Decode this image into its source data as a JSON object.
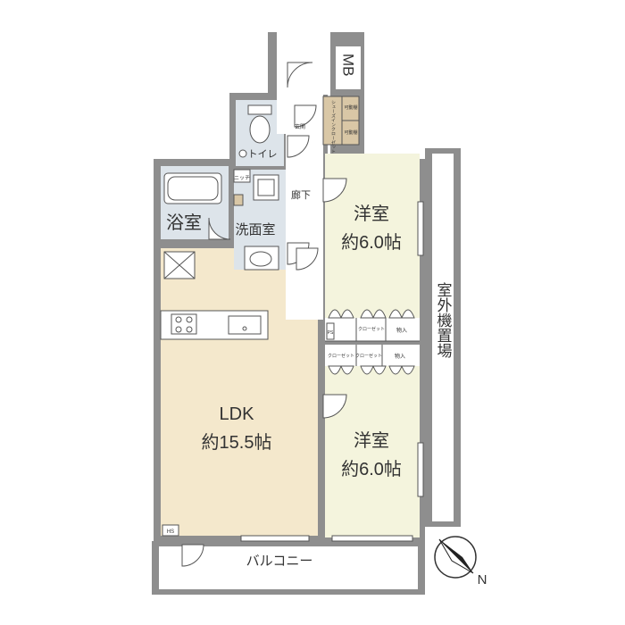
{
  "rooms": {
    "western_room_top": {
      "name": "洋室",
      "size": "約6.0帖"
    },
    "western_room_bottom": {
      "name": "洋室",
      "size": "約6.0帖"
    },
    "ldk": {
      "name": "LDK",
      "size": "約15.5帖"
    },
    "bath": {
      "name": "浴室"
    },
    "washroom": {
      "name": "洗面室"
    },
    "toilet": {
      "name": "トイレ"
    },
    "hallway": {
      "name": "廊下"
    },
    "entrance": {
      "name": "玄関"
    },
    "balcony": {
      "name": "バルコニー"
    },
    "outdoor_unit_area": {
      "name": "室外機置場"
    },
    "mb": {
      "name": "MB"
    }
  },
  "storage": {
    "niche": "ニッチ",
    "shoe_movable_1": "可動棚",
    "shoe_movable_2": "可動棚",
    "shoe_closet": "シューズインクローゼット",
    "closet_top_1": "クローゼット",
    "closet_top_storage": "物入",
    "closet_bottom_1": "クローゼット",
    "closet_bottom_2": "クローゼット",
    "closet_bottom_storage": "物入",
    "ps_label": "PS",
    "hs_label": "HS"
  },
  "compass": {
    "direction": "N"
  },
  "colors": {
    "wall": "#8e8e8e",
    "floor_ldk": "#f4e8cc",
    "floor_western": "#f4f4dd",
    "floor_wet": "#dde4ea",
    "floor_hall": "#ffffff",
    "closet": "#d9c7a6",
    "line": "#555555"
  }
}
